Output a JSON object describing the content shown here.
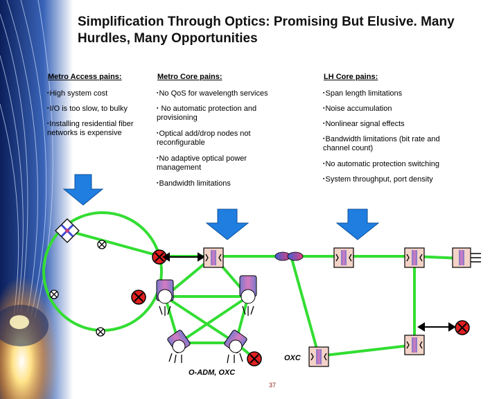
{
  "title": "Simplification Through Optics: Promising But Elusive. Many Hurdles, Many Opportunities",
  "columns": [
    {
      "heading": "Metro Access pains:",
      "items": [
        "High system cost",
        "I/O is too slow, to bulky",
        "Installing residential fiber networks is expensive"
      ]
    },
    {
      "heading": "Metro Core pains:",
      "items": [
        "No QoS for wavelength services",
        " No automatic protection and provisioning",
        "Optical add/drop nodes not reconfigurable",
        "No adaptive optical power management",
        "Bandwidth limitations"
      ]
    },
    {
      "heading": "LH Core pains:",
      "items": [
        "Span length limitations",
        "Noise accumulation",
        "Nonlinear signal effects",
        "Bandwidth limitations (bit rate and channel count)",
        "No automatic protection switching",
        "System throughput, port density"
      ]
    }
  ],
  "bullet_glyph": "▪",
  "labels": {
    "oxc": "OXC",
    "oadm": "O-ADM, OXC"
  },
  "page_number": "37",
  "colors": {
    "link": "#33dd33",
    "arrow": "#1f7ee0",
    "node_red": "#e02020",
    "node_fill": "#f3d2c8",
    "heading_bg": "#ffffff"
  },
  "icons": [
    "crossed-circle-node",
    "oxc-node-icon",
    "oadm-node-icon",
    "amplifier-icon",
    "down-arrow-icon",
    "access-hub-icon"
  ]
}
